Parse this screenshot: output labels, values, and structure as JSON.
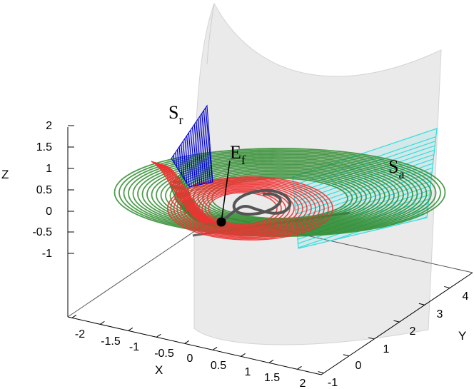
{
  "axes": {
    "z_label": "Z",
    "x_label": "X",
    "y_label": "Y",
    "z_ticks": [
      "2",
      "1.5",
      "1",
      "0.5",
      "0",
      "-0.5",
      "-1"
    ],
    "x_ticks": [
      "-2",
      "-1.5",
      "-1",
      "-0.5",
      "0",
      "0.5",
      "1",
      "1.5",
      "2"
    ],
    "y_ticks": [
      "-1",
      "0",
      "1",
      "2",
      "3",
      "4"
    ]
  },
  "labels": {
    "repelling": {
      "main": "S",
      "sub": "r"
    },
    "equilibrium": {
      "main": "E",
      "sub": "f"
    },
    "attracting": {
      "main": "S",
      "sub": "a"
    }
  },
  "colors": {
    "critical_surface": "#e6e6e6",
    "repelling_sheet": "#0000cc",
    "attracting_sheet": "#33dddd",
    "trajectory_green": "#2e8b2e",
    "trajectory_red": "#ee3333",
    "orbit": "#555555",
    "equilibrium_point": "#000000"
  }
}
